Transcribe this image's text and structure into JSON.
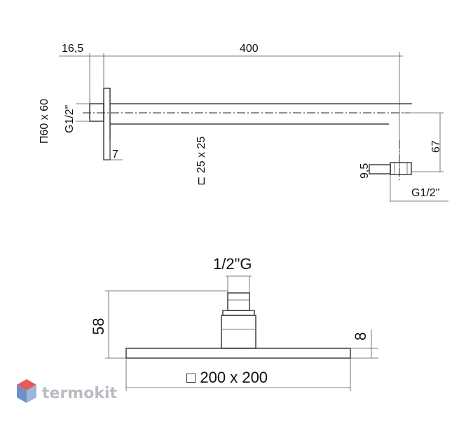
{
  "top_view": {
    "dim_flange_offset": "16,5",
    "dim_arm_length": "400",
    "dim_flange_size": "П60 x 60",
    "dim_inlet_thread": "G1/2\"",
    "dim_flange_depth": "7",
    "dim_arm_section": "⊏ 25 x 25",
    "dim_drop": "67",
    "dim_outlet_height": "9,5",
    "dim_outlet_thread": "G1/2\""
  },
  "bottom_view": {
    "dim_connector_thread": "1/2\"G",
    "dim_total_height": "58",
    "dim_plate_thickness": "8",
    "dim_plate_size": "□ 200 x 200"
  },
  "watermark": {
    "brand_text": "termokit",
    "colors": {
      "text": "#b9bcc2",
      "logo_top": "#e85a5a",
      "logo_left": "#6d90c9",
      "logo_right": "#9fb6dc"
    }
  }
}
